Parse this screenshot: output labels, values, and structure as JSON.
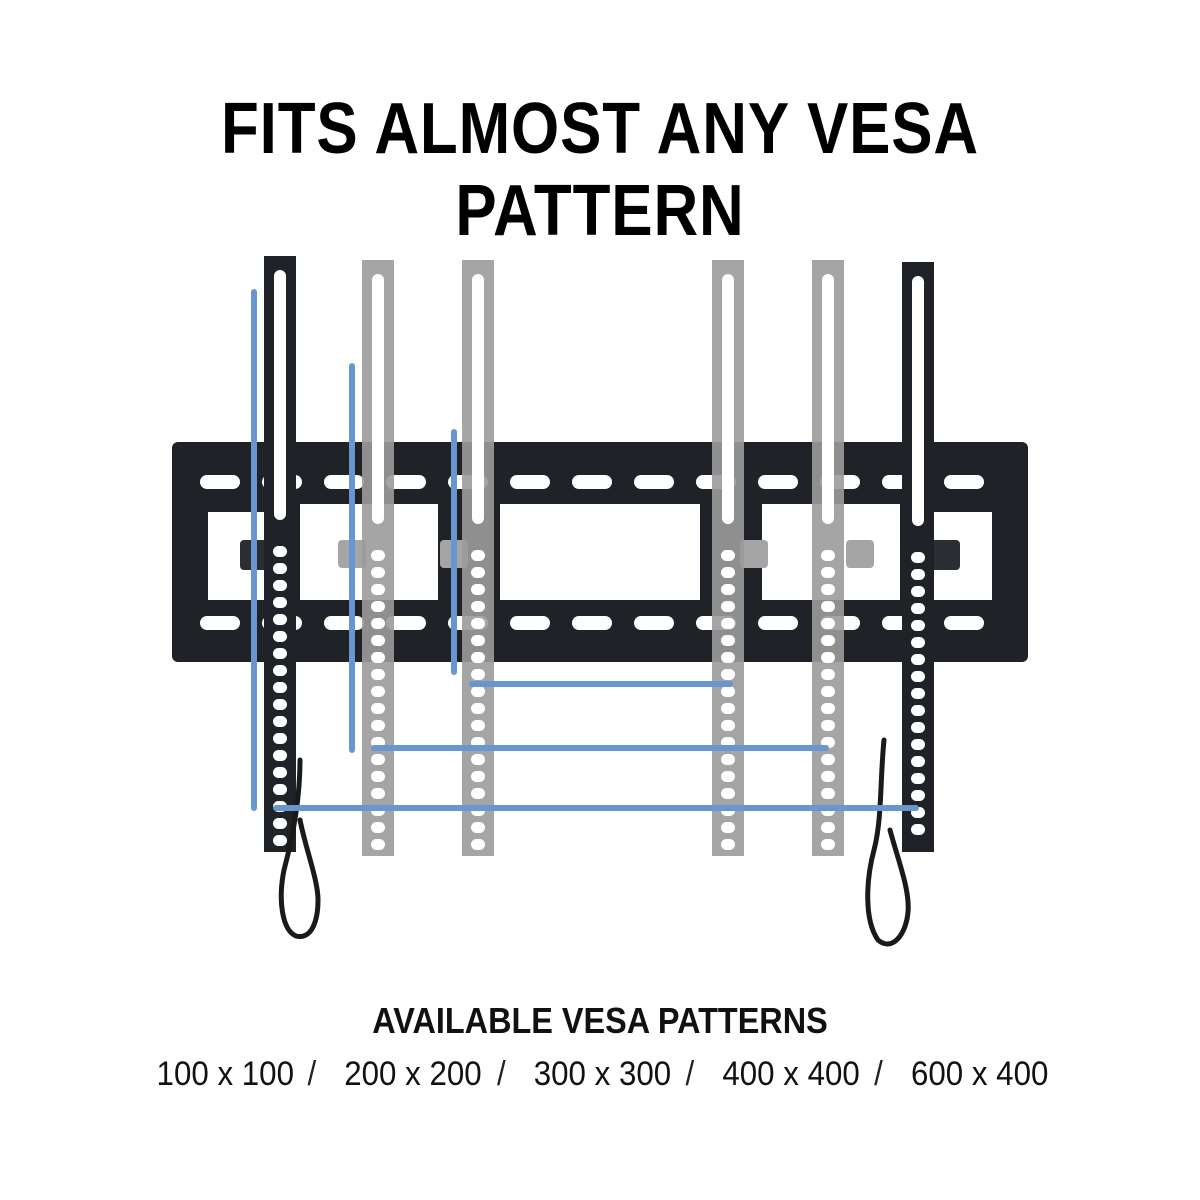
{
  "headline": "FITS ALMOST ANY VESA PATTERN",
  "subheading": "AVAILABLE VESA PATTERNS",
  "separator": "/",
  "patterns": [
    "100 x 100",
    "200 x 200",
    "300 x 300",
    "400 x 400",
    "600 x 400"
  ],
  "colors": {
    "background": "#ffffff",
    "text": "#000000",
    "bracket": "#1f2226",
    "ghost_bracket": "#9b9b9b",
    "vesa_lines": "#6a96cf"
  },
  "illustration": {
    "wall_plate_icon": "tv-wall-plate",
    "arm_icon": "vertical-mounting-arm",
    "vesa_span_icon": "vesa-span-line"
  }
}
